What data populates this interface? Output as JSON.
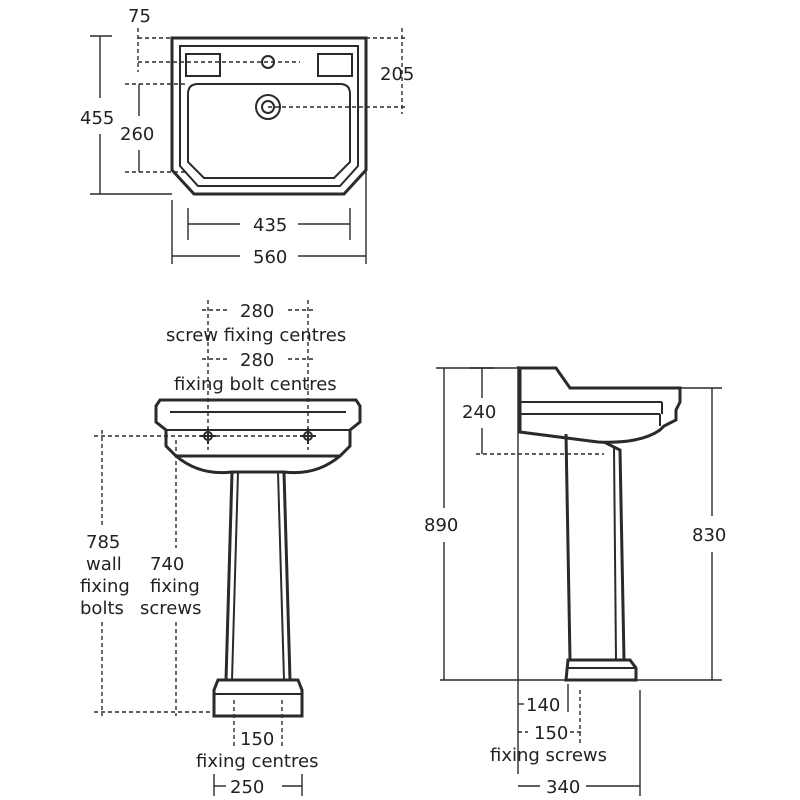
{
  "plan": {
    "dims": {
      "tap_offset": "75",
      "overall_depth": "455",
      "bowl_depth": "260",
      "waste_offset": "205",
      "bowl_width": "435",
      "overall_width": "560"
    }
  },
  "front": {
    "screw_centres_value": "280",
    "screw_centres_label": "screw fixing centres",
    "bolt_centres_value": "280",
    "bolt_centres_label": "fixing bolt centres",
    "wall_bolts": [
      "785",
      "wall",
      "fixing",
      "bolts"
    ],
    "fixing_screws": [
      "740",
      "fixing",
      "screws"
    ],
    "pedestal_centres_value": "150",
    "pedestal_centres_label": "fixing centres",
    "pedestal_width": "250"
  },
  "side": {
    "bowl_height": "240",
    "overall_height": "890",
    "rim_height": "830",
    "wall_to_pedestal": "140",
    "screws_value": "150",
    "screws_label": "fixing screws",
    "projection": "340"
  }
}
